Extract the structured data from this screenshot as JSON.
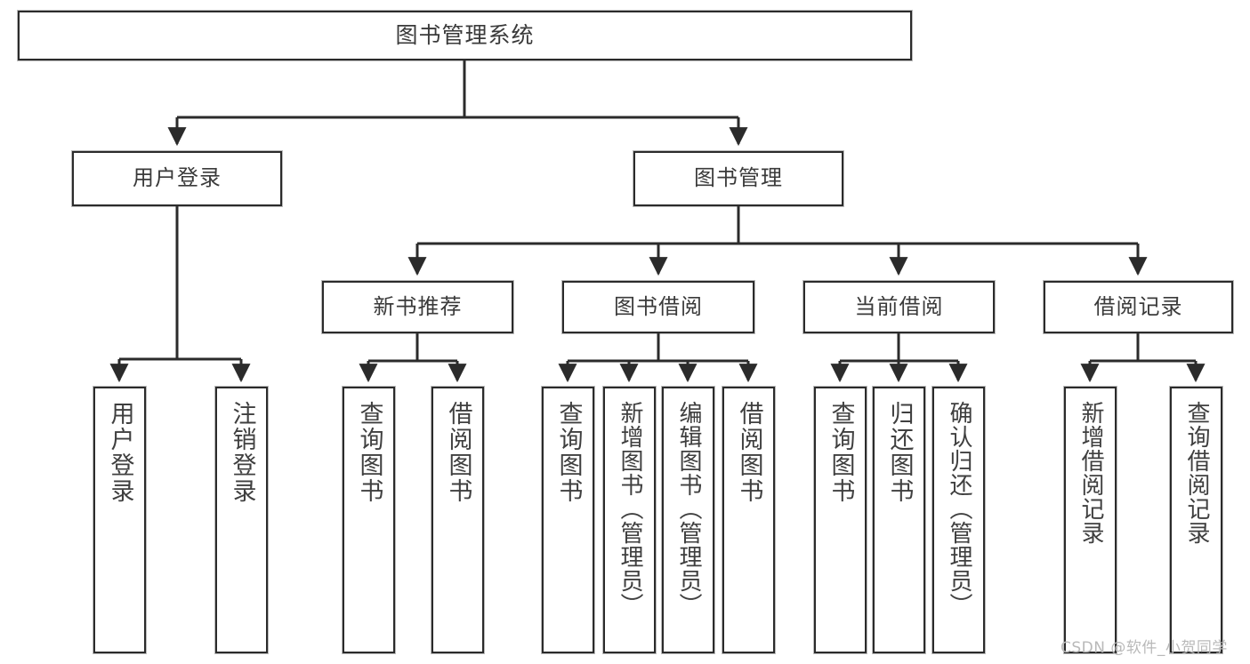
{
  "diagram": {
    "type": "tree",
    "title": "图书管理系统",
    "orientation": "top-down",
    "colors": {
      "box_border": "#2b2b2b",
      "box_fill": "#ffffff",
      "connector": "#2b2b2b",
      "text": "#3a3a3a",
      "watermark": "#b9b9b9",
      "background": "#ffffff"
    },
    "levels": 4
  },
  "nodes": {
    "root": {
      "label": "图书管理系统"
    },
    "level2": [
      {
        "id": "user-login",
        "label": "用户登录"
      },
      {
        "id": "book-manage",
        "label": "图书管理"
      }
    ],
    "level3": [
      {
        "id": "new-book-recommend",
        "label": "新书推荐"
      },
      {
        "id": "book-borrow",
        "label": "图书借阅"
      },
      {
        "id": "current-borrow",
        "label": "当前借阅"
      },
      {
        "id": "borrow-record",
        "label": "借阅记录"
      }
    ],
    "leaves": {
      "user_login": [
        {
          "id": "leaf-user-login",
          "label": "用户登录"
        },
        {
          "id": "leaf-logout-login",
          "label": "注销登录"
        }
      ],
      "new_book_recommend": [
        {
          "id": "leaf-query-book-1",
          "label": "查询图书"
        },
        {
          "id": "leaf-borrow-book-1",
          "label": "借阅图书"
        }
      ],
      "book_borrow": [
        {
          "id": "leaf-query-book-2",
          "label": "查询图书"
        },
        {
          "id": "leaf-add-book",
          "label": "新增图书（管理员）"
        },
        {
          "id": "leaf-edit-book",
          "label": "编辑图书（管理员）"
        },
        {
          "id": "leaf-borrow-book-2",
          "label": "借阅图书"
        }
      ],
      "current_borrow": [
        {
          "id": "leaf-query-book-3",
          "label": "查询图书"
        },
        {
          "id": "leaf-return-book",
          "label": "归还图书"
        },
        {
          "id": "leaf-confirm-return",
          "label": "确认归还（管理员）"
        }
      ],
      "borrow_record": [
        {
          "id": "leaf-add-record",
          "label": "新增借阅记录"
        },
        {
          "id": "leaf-query-record",
          "label": "查询借阅记录"
        }
      ]
    }
  },
  "watermark": {
    "text": "CSDN @软件_小贺同学"
  }
}
